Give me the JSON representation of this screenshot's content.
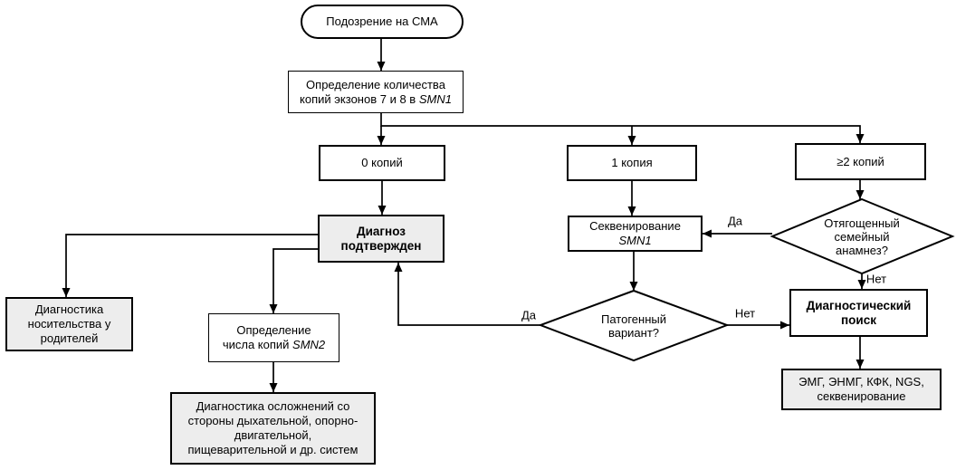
{
  "labels": {
    "yes": "Да",
    "no": "Нет"
  },
  "colors": {
    "stroke": "#000000",
    "node_fill": "#ffffff",
    "shaded_fill": "#ededed",
    "background": "#ffffff"
  },
  "nodes": {
    "suspicion": {
      "label": "Подозрение на СМА"
    },
    "copy_count": {
      "line1": "Определение количества",
      "line2": "копий экзонов 7 и 8 в",
      "gene": "SMN1"
    },
    "zero_copies": {
      "label": "0 копий"
    },
    "one_copy": {
      "label": "1 копия"
    },
    "two_plus_copies": {
      "label": "≥2 копий"
    },
    "diagnosis_confirmed": {
      "line1": "Диагноз",
      "line2": "подтвержден"
    },
    "sequencing": {
      "line1": "Секвенирование",
      "gene": "SMN1"
    },
    "family_history": {
      "line1": "Отягощенный",
      "line2": "семейный",
      "line3": "анамнез?"
    },
    "carrier_testing": {
      "line1": "Диагностика",
      "line2": "носительства у",
      "line3": "родителей"
    },
    "smn2_copies": {
      "line1": "Определение",
      "line2": "числа копий",
      "gene": "SMN2"
    },
    "pathogenic_variant": {
      "line1": "Патогенный",
      "line2": "вариант?"
    },
    "diagnostic_search": {
      "line1": "Диагностический",
      "line2": "поиск"
    },
    "complications": {
      "line1": "Диагностика осложнений со",
      "line2": "стороны дыхательной, опорно-",
      "line3": "двигательной,",
      "line4": "пищеварительной и др. систем"
    },
    "emg": {
      "line1": "ЭМГ, ЭНМГ, КФК, NGS,",
      "line2": "секвенирование"
    }
  }
}
